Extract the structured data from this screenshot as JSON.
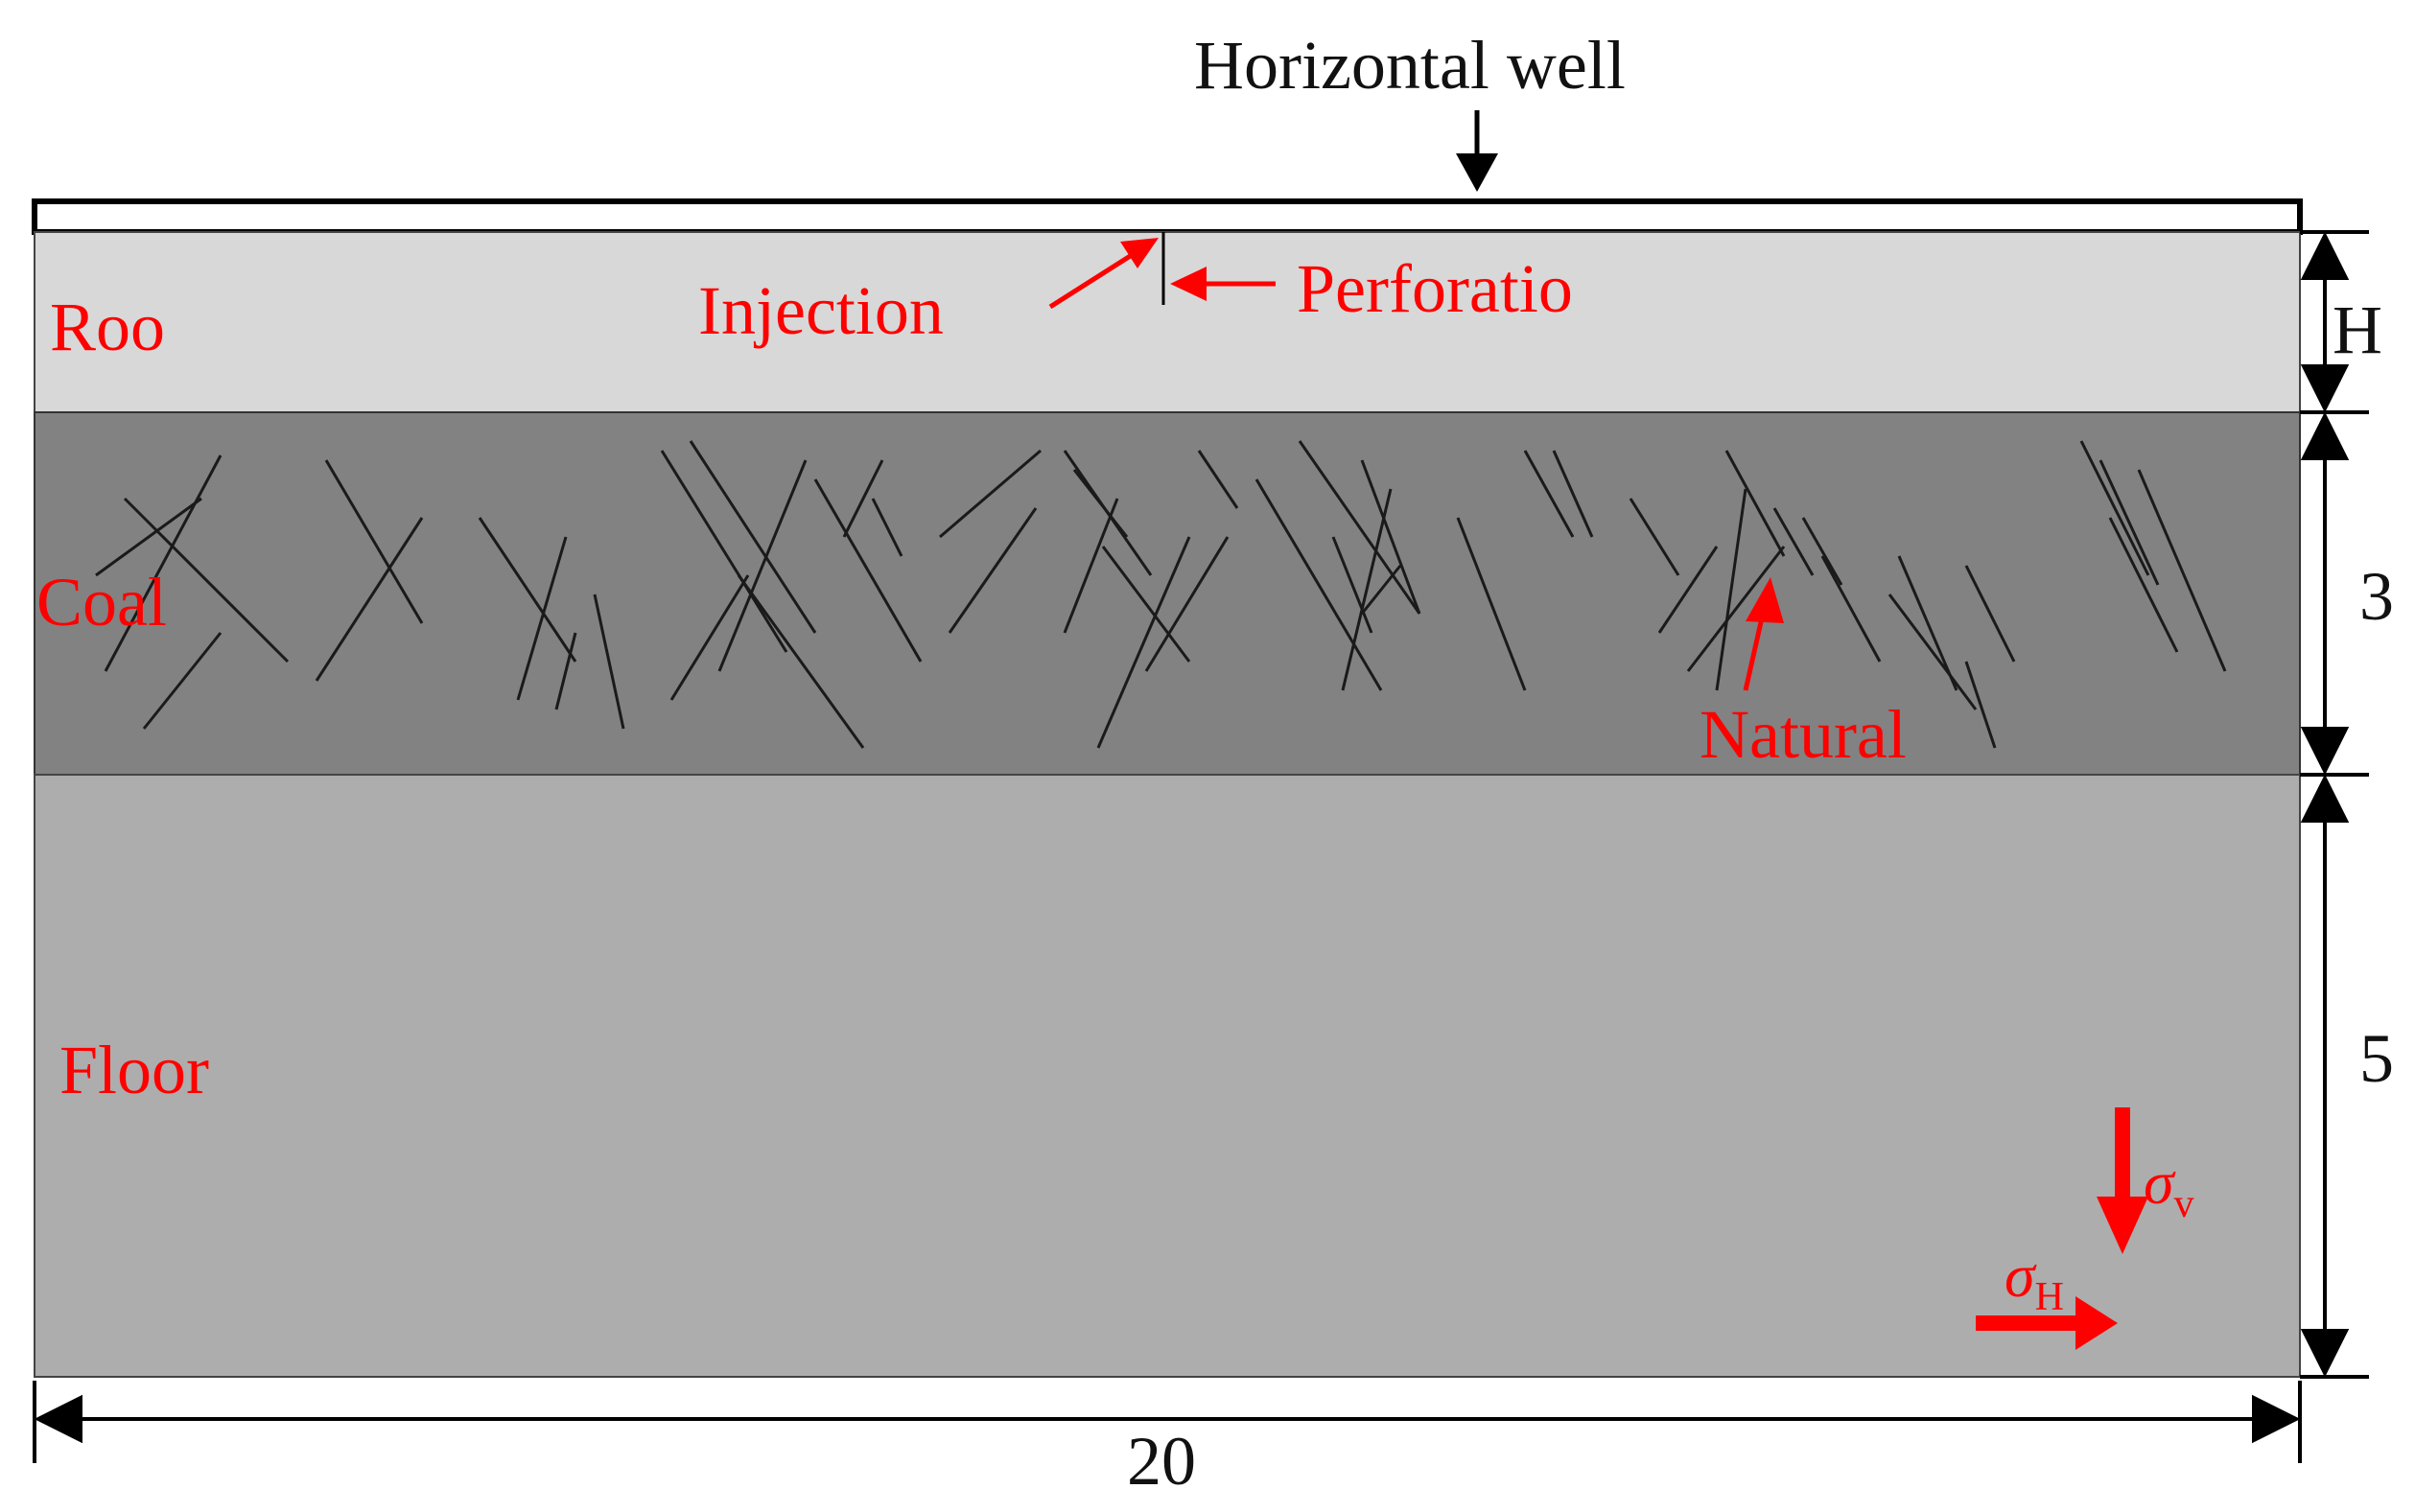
{
  "labels": {
    "well": "Horizontal well",
    "injection": "Injection",
    "perforation": "Perforatio",
    "roof": "Roo",
    "coal": "Coal",
    "natural": "Natural",
    "floor": "Floor"
  },
  "dimensions": {
    "roof_height": "H",
    "coal_height": "3",
    "floor_height": "5",
    "width": "20"
  },
  "stress": {
    "vertical_symbol": "σ",
    "vertical_sub": "v",
    "horizontal_symbol": "σ",
    "horizontal_sub": "H"
  },
  "colors": {
    "roof": "#d8d8d8",
    "coal": "#828282",
    "floor": "#adadad",
    "annotation": "#ff0000",
    "outline": "#000000"
  }
}
